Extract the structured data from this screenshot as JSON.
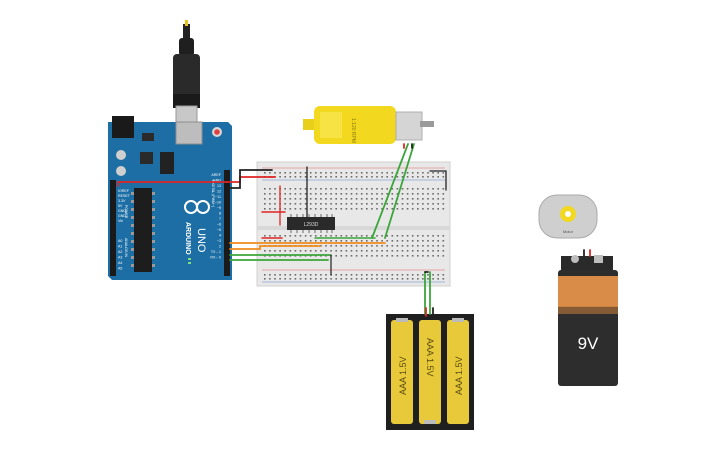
{
  "components": {
    "arduino": {
      "brand": "ARDUINO",
      "model": "UNO",
      "pin_labels_digital": [
        "AREF",
        "GND",
        "13",
        "12",
        "~11",
        "~10",
        "~9",
        "8",
        "7",
        "~6",
        "~5",
        "4",
        "~3",
        "2",
        "TX→1",
        "RX←0"
      ],
      "pin_labels_power": [
        "IOREF",
        "RESET",
        "3.3V",
        "5V",
        "GND",
        "GND",
        "Vin"
      ],
      "pin_labels_analog": [
        "A0",
        "A1",
        "A2",
        "A3",
        "A4",
        "A5"
      ],
      "section_power": "POWER",
      "section_analog": "ANALOG IN",
      "section_digital": "DIGITAL (PWM~)"
    },
    "driver_chip": {
      "label": "L293D"
    },
    "gear_motor": {
      "label": "1:120 RPM"
    },
    "battery_pack": {
      "cell_labels": [
        "AAA 1.5V",
        "AAA 1.5V",
        "AAA 1.5V"
      ]
    },
    "battery_9v": {
      "label": "9V"
    },
    "dc_motor": {
      "label": "Motor"
    }
  },
  "colors": {
    "arduino_blue": "#1c6ea4",
    "breadboard": "#e8e8e8",
    "wire_red": "#e02424",
    "wire_black": "#222222",
    "wire_green": "#3aa63a",
    "wire_orange": "#f08a1c",
    "battery_yellow": "#e8c93a",
    "nine_volt_orange": "#d98c47",
    "motor_yellow": "#f2d81f"
  }
}
